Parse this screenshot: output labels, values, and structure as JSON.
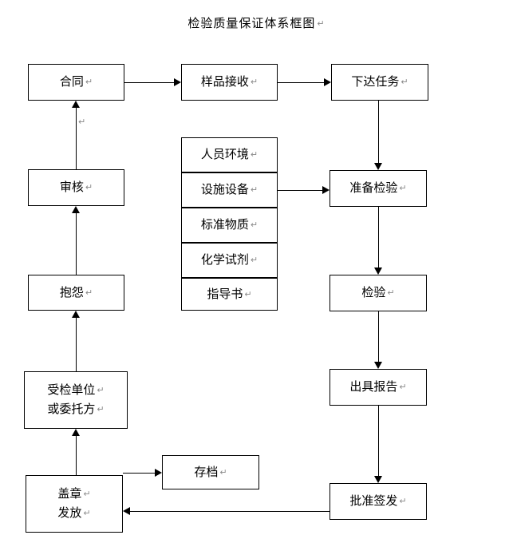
{
  "document": {
    "title": "检验质量保证体系框图",
    "return_mark": "↵"
  },
  "nodes": {
    "contract": {
      "label": "合同"
    },
    "sample_receipt": {
      "label": "样品接收"
    },
    "assign_task": {
      "label": "下达任务"
    },
    "review": {
      "label": "审核"
    },
    "complaint": {
      "label": "抱怨"
    },
    "client_line1": {
      "label": "受检单位"
    },
    "client_line2": {
      "label": "或委托方"
    },
    "stamp_line1": {
      "label": "盖章"
    },
    "stamp_line2": {
      "label": "发放"
    },
    "personnel_env": {
      "label": "人员环境"
    },
    "facility_equip": {
      "label": "设施设备"
    },
    "ref_material": {
      "label": "标准物质"
    },
    "chem_reagent": {
      "label": "化学试剂"
    },
    "instruction": {
      "label": "指导书"
    },
    "prepare_test": {
      "label": "准备检验"
    },
    "testing": {
      "label": "检验"
    },
    "issue_report": {
      "label": "出具报告"
    },
    "approve_issue": {
      "label": "批准签发"
    },
    "archive": {
      "label": "存档"
    }
  },
  "resource_stack": [
    {
      "key": "personnel_env",
      "label": "人员环境"
    },
    {
      "key": "facility_equip",
      "label": "设施设备"
    },
    {
      "key": "ref_material",
      "label": "标准物质"
    },
    {
      "key": "chem_reagent",
      "label": "化学试剂"
    },
    {
      "key": "instruction",
      "label": "指导书"
    }
  ],
  "flow_edges": [
    {
      "from": "contract",
      "to": "sample_receipt",
      "direction": "right"
    },
    {
      "from": "sample_receipt",
      "to": "assign_task",
      "direction": "right"
    },
    {
      "from": "assign_task",
      "to": "prepare_test",
      "direction": "down"
    },
    {
      "from": "facility_equip",
      "to": "prepare_test",
      "direction": "right"
    },
    {
      "from": "prepare_test",
      "to": "testing",
      "direction": "down"
    },
    {
      "from": "testing",
      "to": "issue_report",
      "direction": "down"
    },
    {
      "from": "issue_report",
      "to": "approve_issue",
      "direction": "down"
    },
    {
      "from": "approve_issue",
      "to": "stamp",
      "direction": "left"
    },
    {
      "from": "stamp",
      "to": "archive",
      "direction": "right"
    },
    {
      "from": "stamp",
      "to": "client",
      "direction": "up"
    },
    {
      "from": "client",
      "to": "complaint",
      "direction": "up"
    },
    {
      "from": "complaint",
      "to": "review",
      "direction": "up"
    },
    {
      "from": "review",
      "to": "contract",
      "direction": "up"
    }
  ],
  "colors": {
    "stroke": "#000000",
    "background": "#ffffff",
    "return_mark": "#8a8a8a"
  }
}
